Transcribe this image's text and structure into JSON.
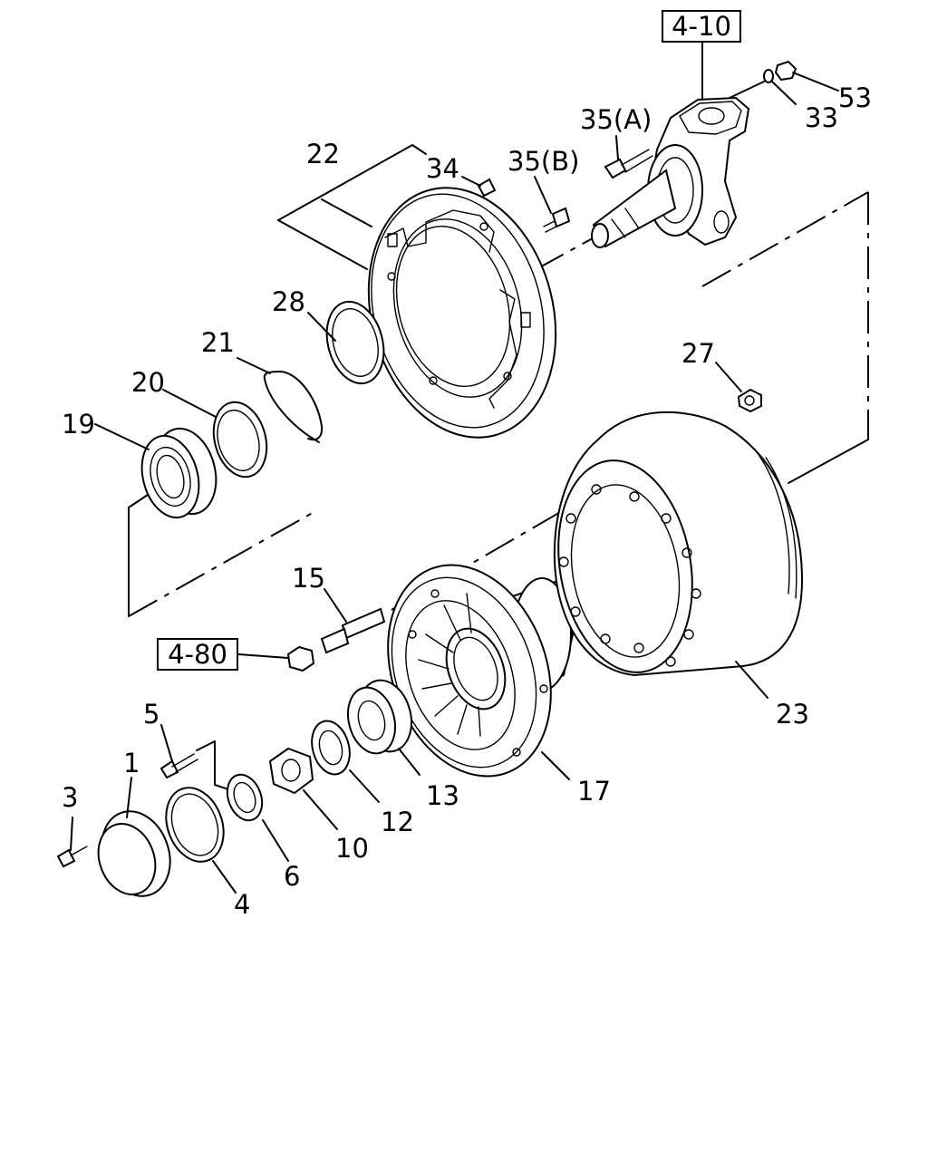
{
  "refs": {
    "r410": "4-10",
    "r480": "4-80"
  },
  "labels": {
    "p1": "1",
    "p3": "3",
    "p4": "4",
    "p5": "5",
    "p6": "6",
    "p10": "10",
    "p12": "12",
    "p13": "13",
    "p15": "15",
    "p17": "17",
    "p19": "19",
    "p20": "20",
    "p21": "21",
    "p22": "22",
    "p23": "23",
    "p27": "27",
    "p28": "28",
    "p33": "33",
    "p34": "34",
    "p35a": "35(A)",
    "p35b": "35(B)",
    "p53": "53"
  }
}
